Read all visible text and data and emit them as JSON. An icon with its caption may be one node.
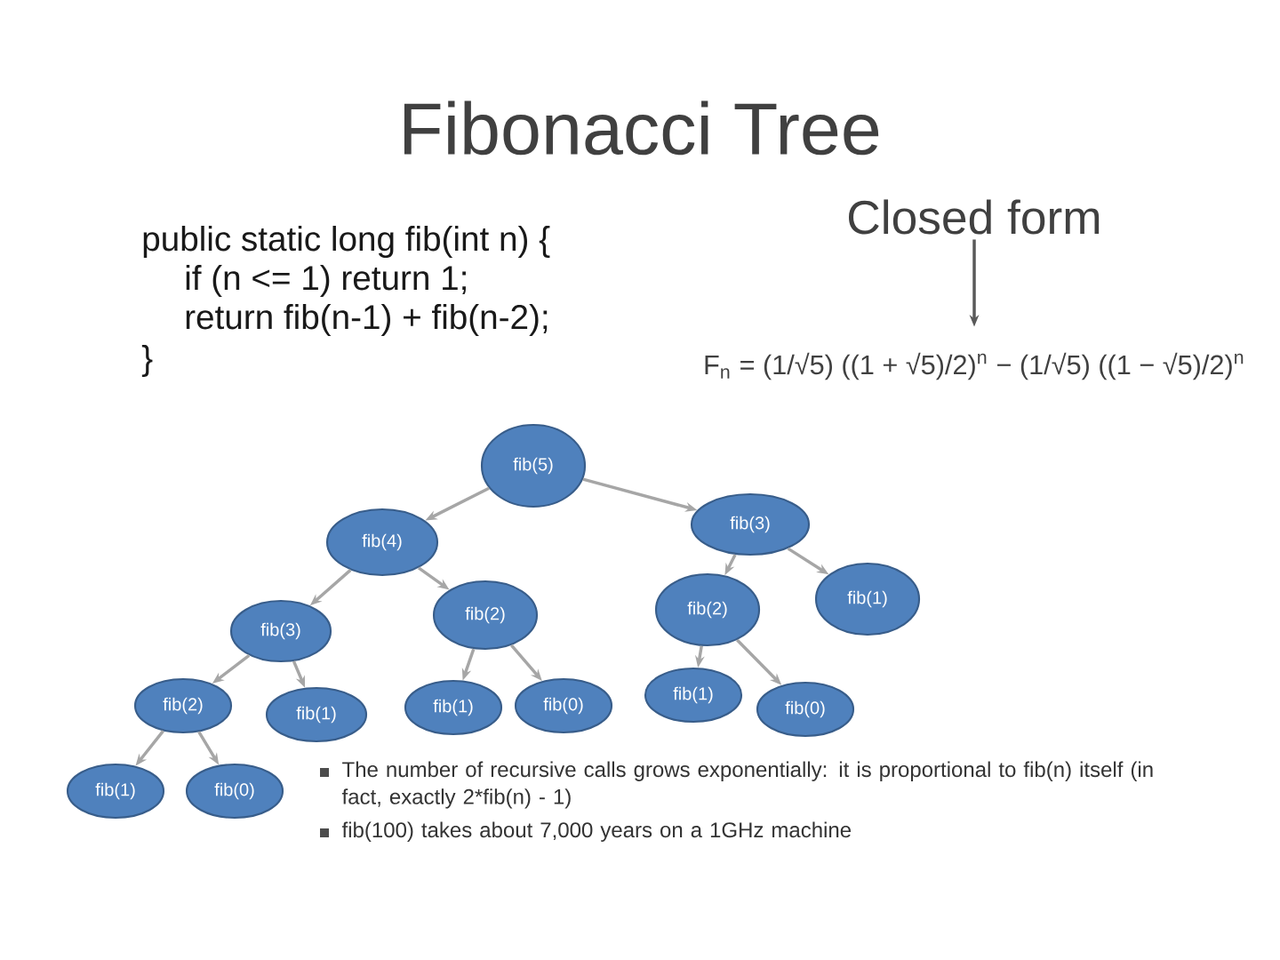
{
  "diagram": {
    "title": "Fibonacci Tree",
    "nodes": [
      {
        "text": [
          "Closed form"
        ]
      },
      {
        "text": [
          "F$_{n}$ = (1/√5) ((1 + √5)/2)$^{n}$ − (1/√5) ((1 − √5)/2)$^{n}$"
        ]
      },
      {
        "text": [
          "fib(5)"
        ]
      },
      {
        "text": [
          "fib(4)"
        ]
      },
      {
        "text": [
          "fib(3)"
        ]
      },
      {
        "text": [
          "fib(3)"
        ]
      },
      {
        "text": [
          "fib(2)"
        ]
      },
      {
        "text": [
          "fib(2)"
        ]
      },
      {
        "text": [
          "fib(1)"
        ]
      },
      {
        "text": [
          "fib(2)"
        ]
      },
      {
        "text": [
          "fib(1)"
        ]
      },
      {
        "text": [
          "fib(1)"
        ]
      },
      {
        "text": [
          "fib(0)"
        ]
      },
      {
        "text": [
          "fib(1)"
        ]
      },
      {
        "text": [
          "fib(0)"
        ]
      },
      {
        "text": [
          "fib(1)"
        ]
      },
      {
        "text": [
          "fib(0)"
        ]
      }
    ],
    "edges": [
      {
        "from": 0,
        "to": 1,
        "arrow": "to",
        "color": "#595959"
      },
      {
        "from": 2,
        "to": 3,
        "arrow": "to"
      },
      {
        "from": 2,
        "to": 4,
        "arrow": "to"
      },
      {
        "from": 3,
        "to": 5,
        "arrow": "to"
      },
      {
        "from": 3,
        "to": 6,
        "arrow": "to"
      },
      {
        "from": 4,
        "to": 7,
        "arrow": "to"
      },
      {
        "from": 4,
        "to": 8,
        "arrow": "to"
      },
      {
        "from": 5,
        "to": 9,
        "arrow": "to"
      },
      {
        "from": 5,
        "to": 10,
        "arrow": "to"
      },
      {
        "from": 6,
        "to": 11,
        "arrow": "to"
      },
      {
        "from": 6,
        "to": 12,
        "arrow": "to"
      },
      {
        "from": 7,
        "to": 13,
        "arrow": "to"
      },
      {
        "from": 7,
        "to": 14,
        "arrow": "to"
      },
      {
        "from": 9,
        "to": 15,
        "arrow": "to"
      },
      {
        "from": 9,
        "to": 16,
        "arrow": "to"
      }
    ],
    "labels": [
      "public static long fib(int n) {",
      "if (n <= 1) return 1;",
      "return fib(n-1) + fib(n-2);",
      "}",
      "The number of recursive calls grows exponentially: it is proportional to fib(n) itself (in fact, exactly 2*fib(n) - 1)",
      "fib(100) takes about 7,000 years on a 1GHz machine"
    ]
  }
}
